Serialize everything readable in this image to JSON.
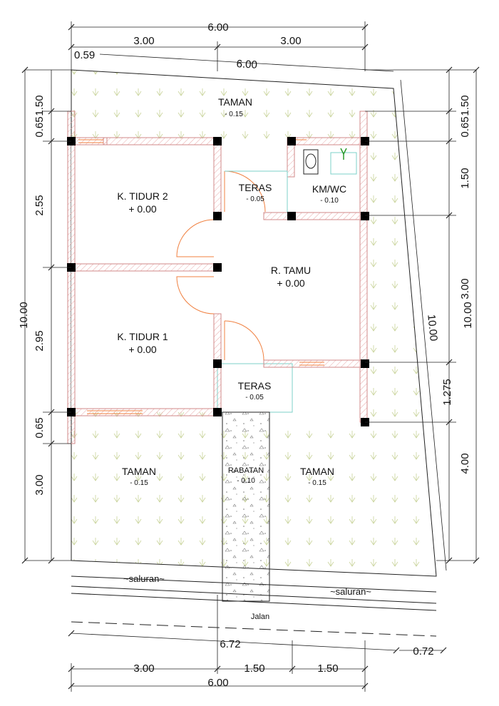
{
  "colors": {
    "wall_hatch": "#e8a8a8",
    "column": "#000000",
    "door_swing": "#f08040",
    "terrace_outline": "#7ed0c8",
    "garden_pattern": "#c8d39a",
    "dimension_line": "#222222"
  },
  "dimensions": {
    "top_total": "6.00",
    "top_left": "3.00",
    "top_right": "3.00",
    "top_offset": "0.59",
    "top_slanted": "6.00",
    "left_total": "10.00",
    "left_a": "1.50",
    "left_b": "0.65",
    "left_c": "2.55",
    "left_d": "2.95",
    "left_e": "0.65",
    "left_f": "3.00",
    "right_total": "10.00",
    "right_a": "1.50",
    "right_b": "0.65",
    "right_c": "1.50",
    "right_d": "3.00",
    "right_e": "1.275",
    "right_f": "4.00",
    "right_diag": "10.00",
    "bottom_slanted": "6.72",
    "bottom_offset": "0.72",
    "bottom_left": "3.00",
    "bottom_mid": "1.50",
    "bottom_right": "1.50",
    "bottom_total": "6.00"
  },
  "rooms": {
    "taman_top": {
      "name": "TAMAN",
      "level": "- 0.15"
    },
    "bed2": {
      "name": "K. TIDUR 2",
      "level": "+ 0.00"
    },
    "teras_top": {
      "name": "TERAS",
      "level": "- 0.05"
    },
    "kmwc": {
      "name": "KM/WC",
      "level": "- 0.10"
    },
    "rtamu": {
      "name": "R. TAMU",
      "level": "+ 0.00"
    },
    "bed1": {
      "name": "K. TIDUR 1",
      "level": "+ 0.00"
    },
    "teras_bottom": {
      "name": "TERAS",
      "level": "- 0.05"
    },
    "rabatan": {
      "name": "RABATAN",
      "level": "- 0.10"
    },
    "taman_left": {
      "name": "TAMAN",
      "level": "- 0.15"
    },
    "taman_right": {
      "name": "TAMAN",
      "level": "- 0.15"
    }
  },
  "labels": {
    "saluran_left": "~saluran~",
    "saluran_right": "~saluran~",
    "jalan": "Jalan"
  },
  "icons": [
    "toilet-icon",
    "shower-tap-icon",
    "door-swing-icon"
  ]
}
